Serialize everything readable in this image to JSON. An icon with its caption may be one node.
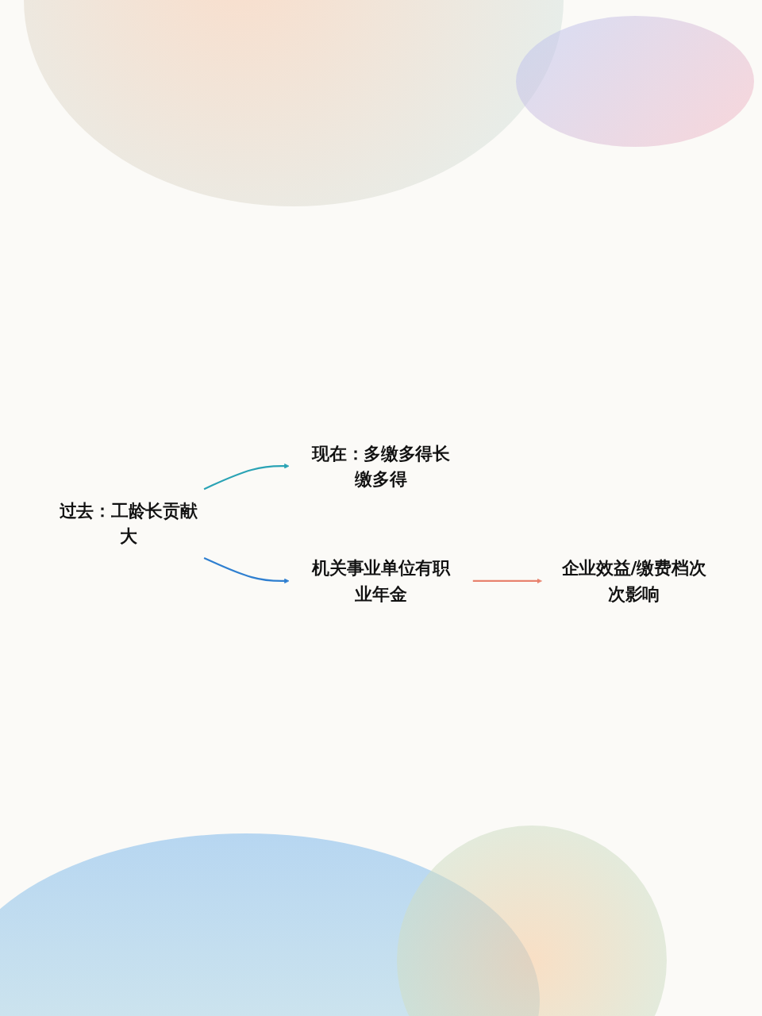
{
  "diagram": {
    "nodes": [
      {
        "text": [
          "过去：工龄长贡献大"
        ]
      },
      {
        "text": [
          "现在：多缴多得长缴多得"
        ]
      },
      {
        "text": [
          "机关事业单位有职业年金"
        ]
      },
      {
        "text": [
          "企业效益/缴费档次次影响"
        ]
      }
    ],
    "edges": [
      {
        "from": 0,
        "to": 1,
        "arrow": "to",
        "color": "#2aa3b5"
      },
      {
        "from": 0,
        "to": 2,
        "arrow": "to",
        "color": "#2f7fd0"
      },
      {
        "from": 2,
        "to": 3,
        "arrow": "to",
        "color": "#e8826e"
      }
    ]
  }
}
